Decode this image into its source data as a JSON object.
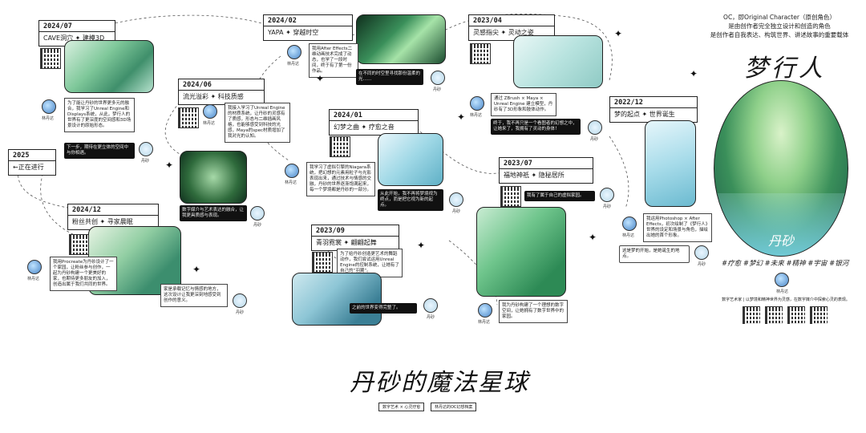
{
  "intro_lines": [
    "OC，即Original Character（原创角色）",
    "是由创作者完全独立设计和创造的角色",
    "是创作者自我表达、构筑世界、讲述故事的重要载体"
  ],
  "hero_title": "梦行人",
  "hero_sign": "丹砂",
  "hashtags": "#疗愈 #梦幻 #未来 #精神 #宇宙 #银河",
  "main_title": "丹砂的魔法星球",
  "subtitle": {
    "left": "数字艺术 × 心灵疗愈",
    "right": "林丹达的OC幻想档案"
  },
  "avatar_label": "林丹达",
  "dan_label": "丹砂",
  "footer_note": "数字艺术家 | 以梦境和精神世界为灵感，在数字媒介中探索心灵的表现。",
  "entries": {
    "e2407": {
      "date": "2024/07",
      "title": "CAVE洞穴 ✦ 建模3D",
      "note": "为了能让丹砂的世界更多元的融合，我学习了Unreal Engine和Displays系统，从此，梦行人的世界有了更深度的空间感和3D场景设计的原始形态。",
      "dark": "下一步，期待在更立体的空间中与你相遇。"
    },
    "e2406": {
      "date": "2024/06",
      "title": "流光溢彩 ✦ 科技质感",
      "note": "我接入学习了Unreal Engine的材质系统，让丹砂的灵感有了质感，形态与二维插画风格，也能够感受到科技的光感，Maya的spec材质增加了我对光的认知。",
      "dark": "数字媒介与艺术表达的融合，让我更具质感与表现。"
    },
    "e2502": {
      "date": "2024/02",
      "title": "YAPA ✦ 穿越时空",
      "note": "我用After Effects二维动画技术完成了动态，也学了一段时间，终于有了第一份作品。",
      "dark": "在不同的时空里寻找那份温柔的光……"
    },
    "e2401": {
      "date": "2024/01",
      "title": "幻梦之曲 ✦ 疗愈之音",
      "note": "我学习了虚拟引擎的Niagara系统，把幻想的元素用粒子与光影表现出来，通过技术与情感的交融，丹砂的世界逐渐饱满起来，每一个梦境都是丹砂的一部分。",
      "dark": "从此开始，我不再将梦境视为终点，而是把它视为新的起点。"
    },
    "e2309": {
      "date": "2023/09",
      "title": "青羽霓裳 ✦ 翩翩起舞",
      "note": "为了给丹砂创造更艺术的舞蹈动作，我们尝试运用Unreal Engine的控制系统，让她有了自己的“羽翼”。",
      "dark": "之前的世界变得完整了。"
    },
    "e2304": {
      "date": "2023/04",
      "title": "灵感指尖 ✦ 灵动之姿",
      "note": "通过 ZBrush × Maya × Unreal Engine 建立模型，丹砂有了3D形象和肢体动作。",
      "dark": "终于，我不再只是一个看图者的幻想之中，让她来了，我拥有了灵动的身体！"
    },
    "e2307": {
      "date": "2023/07",
      "title": "福地神祇 ✦ 隐秘居所",
      "note": "我为丹砂构建了一个理想的数字空间，让她拥有了数字世界中的家园。",
      "dark": "我有了属于自己的虚拟家园。"
    },
    "e2212": {
      "date": "2022/12",
      "title": "梦的起点 ✦ 世界诞生",
      "note": "我运用Photoshop × After Effects，初次绘制了《梦行人》世界的设定和场景与角色，描绘出她的首个形象。",
      "dark": "这是梦的开始，是她诞生的地点。"
    },
    "e2503": {
      "date": "2024/12",
      "title": "粉丝共创 ✦ 寻家晨眠",
      "note": "我用Procreate为丹砂设计了一个家园，让粉丝参与创作，一起为丹砂构建一个更美好的家，也期待更多朋友的加入，创造出属于我们共同的世界。",
      "dark": "家是承载记忆与情感的地方，这次设计让我更深刻地感受到创作的意义。"
    },
    "e2025": {
      "date": "2025",
      "title": "←正在进行"
    }
  }
}
